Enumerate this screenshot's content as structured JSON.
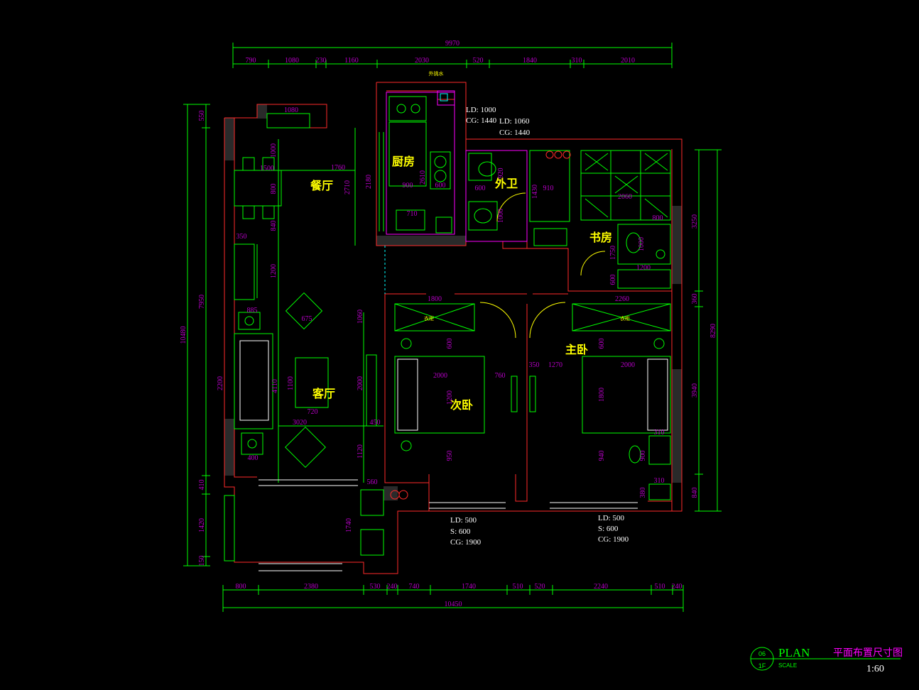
{
  "dims": {
    "top_total": "9970",
    "top": [
      "790",
      "1080",
      "230",
      "1160",
      "2030",
      "520",
      "1840",
      "310",
      "2010"
    ],
    "bottom_total": "10450",
    "bottom": [
      "800",
      "2380",
      "530",
      "240",
      "740",
      "1740",
      "510",
      "520",
      "2240",
      "510",
      "240"
    ],
    "left_total": "10480",
    "left_outer": [
      "550",
      "7950",
      "410",
      "1420",
      "150"
    ],
    "left_inner": [
      "2200"
    ],
    "right_total": "8290",
    "right": [
      "3250",
      "360",
      "3940",
      "840"
    ]
  },
  "rooms": {
    "kitchen": "厨房",
    "dining": "餐厅",
    "bath": "外卫",
    "study": "书房",
    "master": "主卧",
    "living": "客厅",
    "second": "次卧"
  },
  "notes": {
    "k1": "LD: 1000",
    "k2": "CG: 1440",
    "b1": "LD: 1060",
    "b2": "CG: 1440",
    "s1": "LD: 500",
    "s2": "S: 600",
    "s3": "CG: 1900",
    "m1": "LD: 500",
    "m2": "S: 600",
    "m3": "CG: 1900"
  },
  "inner_dims": {
    "d1080": "1080",
    "d1000": "1000",
    "d1500": "1500",
    "d800": "800",
    "d840": "840",
    "d1760": "1760",
    "d2710": "2710",
    "d2180": "2180",
    "d900": "900",
    "d2610": "2610",
    "d600a": "600",
    "d710": "710",
    "d350": "350",
    "d1200": "1200",
    "d885": "885",
    "d675": "675",
    "d1060": "1060",
    "d2000a": "2000",
    "d1100": "1100",
    "d720": "720",
    "d4110": "4110",
    "d3020": "3020",
    "d450": "450",
    "d400": "400",
    "d1120": "1120",
    "d560": "560",
    "d1740": "1740",
    "d1800a": "1800",
    "d600b": "600",
    "d2000b": "2000",
    "d760": "760",
    "d1200b": "1200",
    "d950": "950",
    "d2260": "2260",
    "d600c": "600",
    "d350b": "350",
    "d1270": "1270",
    "d2000c": "2000",
    "d1800b": "1800",
    "d940": "940",
    "d900b": "900",
    "d800b": "800",
    "d1000b": "1000",
    "d1750": "1750",
    "d600d": "600",
    "d1200c": "1200",
    "d2060": "2060",
    "d920": "920",
    "d1000c": "1000",
    "d910": "910",
    "d1430": "1430",
    "d600e": "600",
    "d310": "310",
    "d380": "380",
    "d310b": "310"
  },
  "labels": {
    "outer_sill": "外挑水",
    "wardrobe1": "衣柜",
    "wardrobe2": "衣柜"
  },
  "titleblock": {
    "num_top": "06",
    "num_bottom": "1F",
    "plan": "PLAN",
    "scale_word": "SCALE",
    "title": "平面布置尺寸图",
    "scale": "1:60"
  }
}
